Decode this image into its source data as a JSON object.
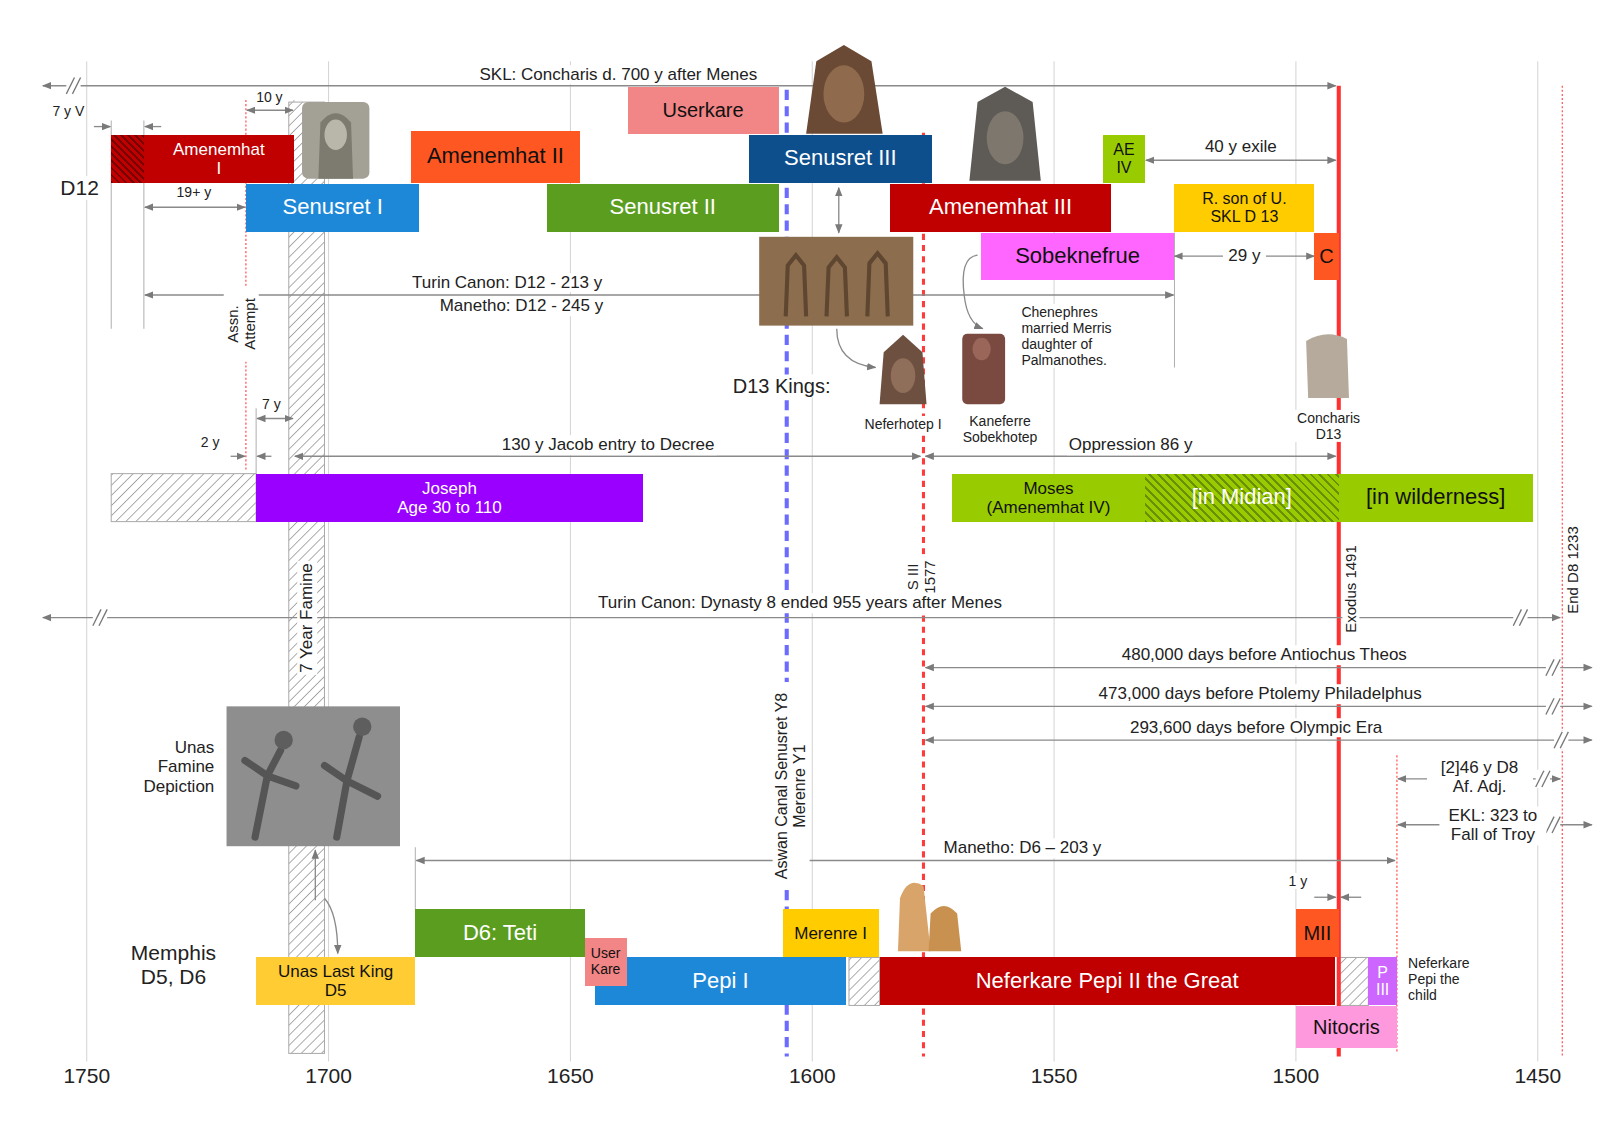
{
  "diagram": {
    "nodes": [
      {
        "text": [
          "Amenemhat I"
        ]
      },
      {
        "text": [
          "Amenemhat II"
        ]
      },
      {
        "text": [
          "Userkare"
        ]
      },
      {
        "text": [
          "Senusret III"
        ]
      },
      {
        "text": [
          "AE IV"
        ]
      },
      {
        "text": [
          "Senusret I"
        ]
      },
      {
        "text": [
          "Senusret II"
        ]
      },
      {
        "text": [
          "Amenemhat III"
        ]
      },
      {
        "text": [
          "R. son of U. SKL D 13"
        ]
      },
      {
        "text": [
          "Sobeknefrue"
        ]
      },
      {
        "text": [
          "C"
        ]
      },
      {
        "text": [
          "Joseph",
          "Age 30 to 110"
        ]
      },
      {
        "text": [
          "Moses (Amenemhat IV)"
        ]
      },
      {
        "text": [
          "[in Midian]"
        ]
      },
      {
        "text": [
          "[in wilderness]"
        ]
      },
      {
        "text": [
          "Unas Last King D5"
        ]
      },
      {
        "text": [
          "D6: Teti"
        ]
      },
      {
        "text": [
          "User Kare"
        ]
      },
      {
        "text": [
          "Pepi I"
        ]
      },
      {
        "text": [
          "Merenre I"
        ]
      },
      {
        "text": [
          "Neferkare Pepi II the Great"
        ]
      },
      {
        "text": [
          "MII"
        ]
      },
      {
        "text": [
          "P III"
        ]
      },
      {
        "text": [
          "Nitocris"
        ]
      }
    ],
    "edges": [
      {
        "from": 9,
        "to": 10,
        "label": "29 y",
        "arrow": "both"
      }
    ],
    "labels": [
      "SKL: Concharis d. 700 y after Menes",
      "7 y V",
      "10 y",
      "D12",
      "19+ y",
      "Turin Canon: D12 - 213 y",
      "Manetho: D12 - 245 y",
      "Assn. Attempt",
      "40 y exile",
      "Chenephres married Merris daughter of Palmanothes.",
      "D13 Kings:",
      "Neferhotep I",
      "Kaneferre Sobekhotep",
      "Concharis D13",
      "7 y",
      "2 y",
      "130 y Jacob entry to Decree",
      "Oppression 86 y",
      "7 Year Famine",
      "S III 1577",
      "Exodus 1491",
      "End D8 1233",
      "Turin Canon: Dynasty 8 ended 955 years after Menes",
      "480,000 days before Antiochus Theos",
      "473,000 days before Ptolemy Philadelphus",
      "293,600 days before Olympic Era",
      "Unas Famine Depiction",
      "Aswan Canal Senusret Y8 Merenre Y1",
      "[2]46 y D8 Af. Adj.",
      "EKL: 323 to Fall of Troy",
      "Manetho: D6 – 203 y",
      "1 y",
      "Memphis D5, D6",
      "Neferkare Pepi the child",
      "1750",
      "1700",
      "1650",
      "1600",
      "1550",
      "1500",
      "1450"
    ]
  }
}
